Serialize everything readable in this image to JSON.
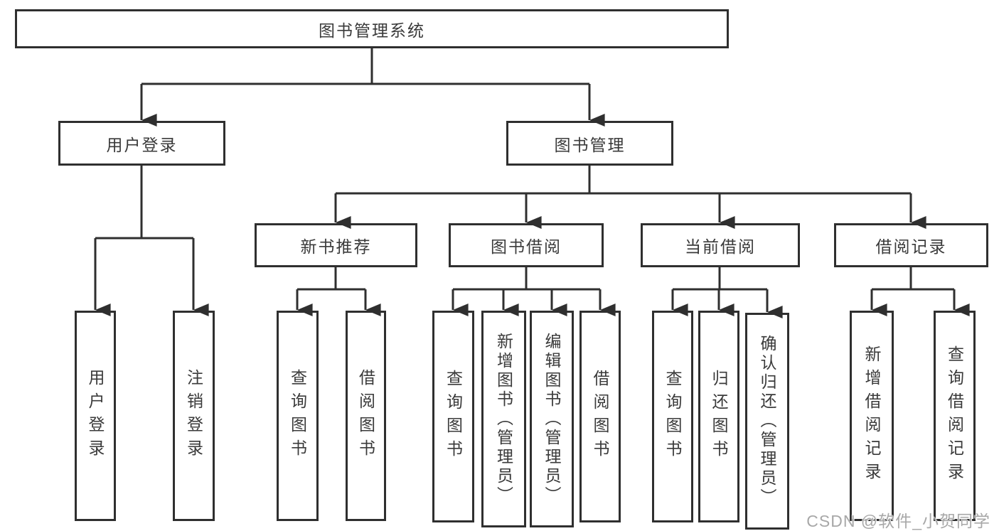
{
  "diagram": {
    "type": "hierarchy-tree",
    "nodes": {
      "root": "图书管理系统",
      "user_login": "用户登录",
      "book_mgmt": "图书管理",
      "new_book_rec": "新书推荐",
      "book_borrow": "图书借阅",
      "current_borrow": "当前借阅",
      "borrow_record": "借阅记录",
      "ul_user_login": "用户登录",
      "ul_logout": "注销登录",
      "nb_query_book": "查询图书",
      "nb_borrow_book": "借阅图书",
      "bb_query_book": "查询图书",
      "bb_add_book": "新增图书（管理员）",
      "bb_edit_book": "编辑图书（管理员）",
      "bb_borrow_book": "借阅图书",
      "cb_query_book": "查询图书",
      "cb_return_book": "归还图书",
      "cb_confirm_return": "确认归还（管理员）",
      "br_add_record": "新增借阅记录",
      "br_query_record": "查询借阅记录"
    },
    "hierarchy": {
      "root": [
        "user_login",
        "book_mgmt"
      ],
      "user_login": [
        "ul_user_login",
        "ul_logout"
      ],
      "book_mgmt": [
        "new_book_rec",
        "book_borrow",
        "current_borrow",
        "borrow_record"
      ],
      "new_book_rec": [
        "nb_query_book",
        "nb_borrow_book"
      ],
      "book_borrow": [
        "bb_query_book",
        "bb_add_book",
        "bb_edit_book",
        "bb_borrow_book"
      ],
      "current_borrow": [
        "cb_query_book",
        "cb_return_book",
        "cb_confirm_return"
      ],
      "borrow_record": [
        "br_add_record",
        "br_query_record"
      ]
    }
  },
  "watermark": "CSDN @软件_小贺同学",
  "colors": {
    "line": "#2f2f2f",
    "text": "#3a3a3a",
    "watermark": "#a8a8a8",
    "background": "#ffffff"
  }
}
